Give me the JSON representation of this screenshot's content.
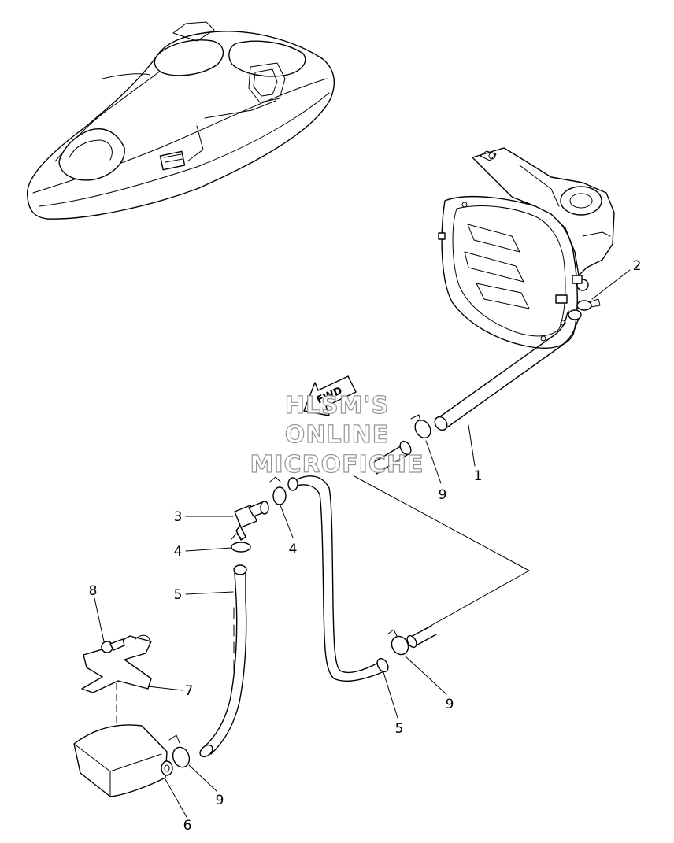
{
  "diagram": {
    "callouts": [
      "1",
      "2",
      "3",
      "4",
      "4",
      "5",
      "5",
      "6",
      "7",
      "8",
      "9",
      "9",
      "9"
    ],
    "arrow_label": "FWD",
    "watermark": [
      "HLSM'S",
      "ONLINE",
      "MICROFICHE"
    ]
  }
}
